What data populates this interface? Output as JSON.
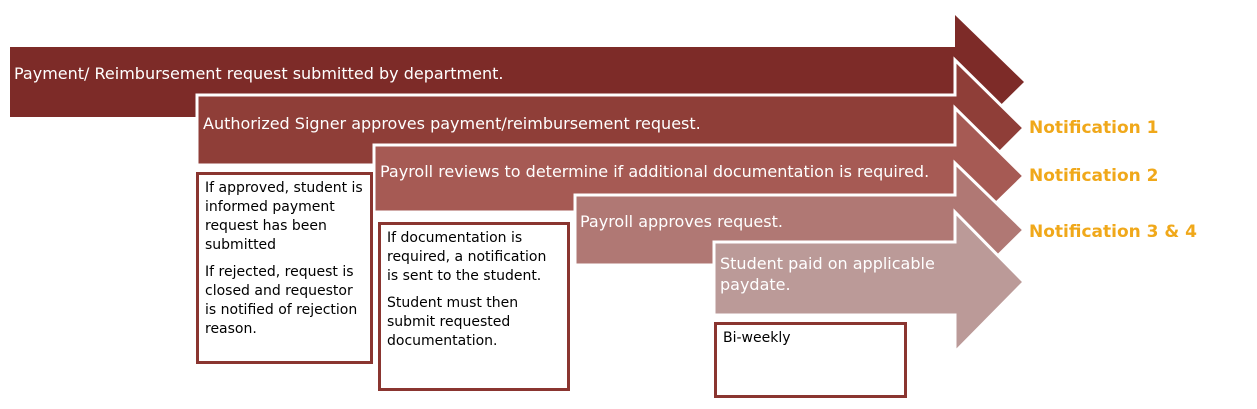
{
  "steps": [
    {
      "label": "Payment/ Reimbursement request submitted by department."
    },
    {
      "label": "Authorized Signer approves payment/reimbursement request."
    },
    {
      "label": "Payroll reviews to determine if additional documentation is required."
    },
    {
      "label": "Payroll approves request."
    },
    {
      "label": "Student paid on applicable paydate."
    }
  ],
  "notes": {
    "signer": {
      "approved": "If approved, student is informed payment request has been submitted",
      "rejected": "If rejected, request is closed and requestor is notified of rejection reason."
    },
    "payroll_review": {
      "required": "If documentation is required, a notification is sent to the student.",
      "submit": "Student must then submit requested documentation."
    },
    "payment": {
      "frequency": "Bi-weekly"
    }
  },
  "notifications": [
    "Notification 1",
    "Notification 2",
    "Notification 3 & 4"
  ],
  "colors": {
    "arrow_1": "#7d2b28",
    "arrow_2": "#8f3e38",
    "arrow_3": "#a65a54",
    "arrow_4": "#b07874",
    "arrow_5": "#bb9a98",
    "box_border": "#8a3530",
    "notification_text": "#f0a81a"
  }
}
